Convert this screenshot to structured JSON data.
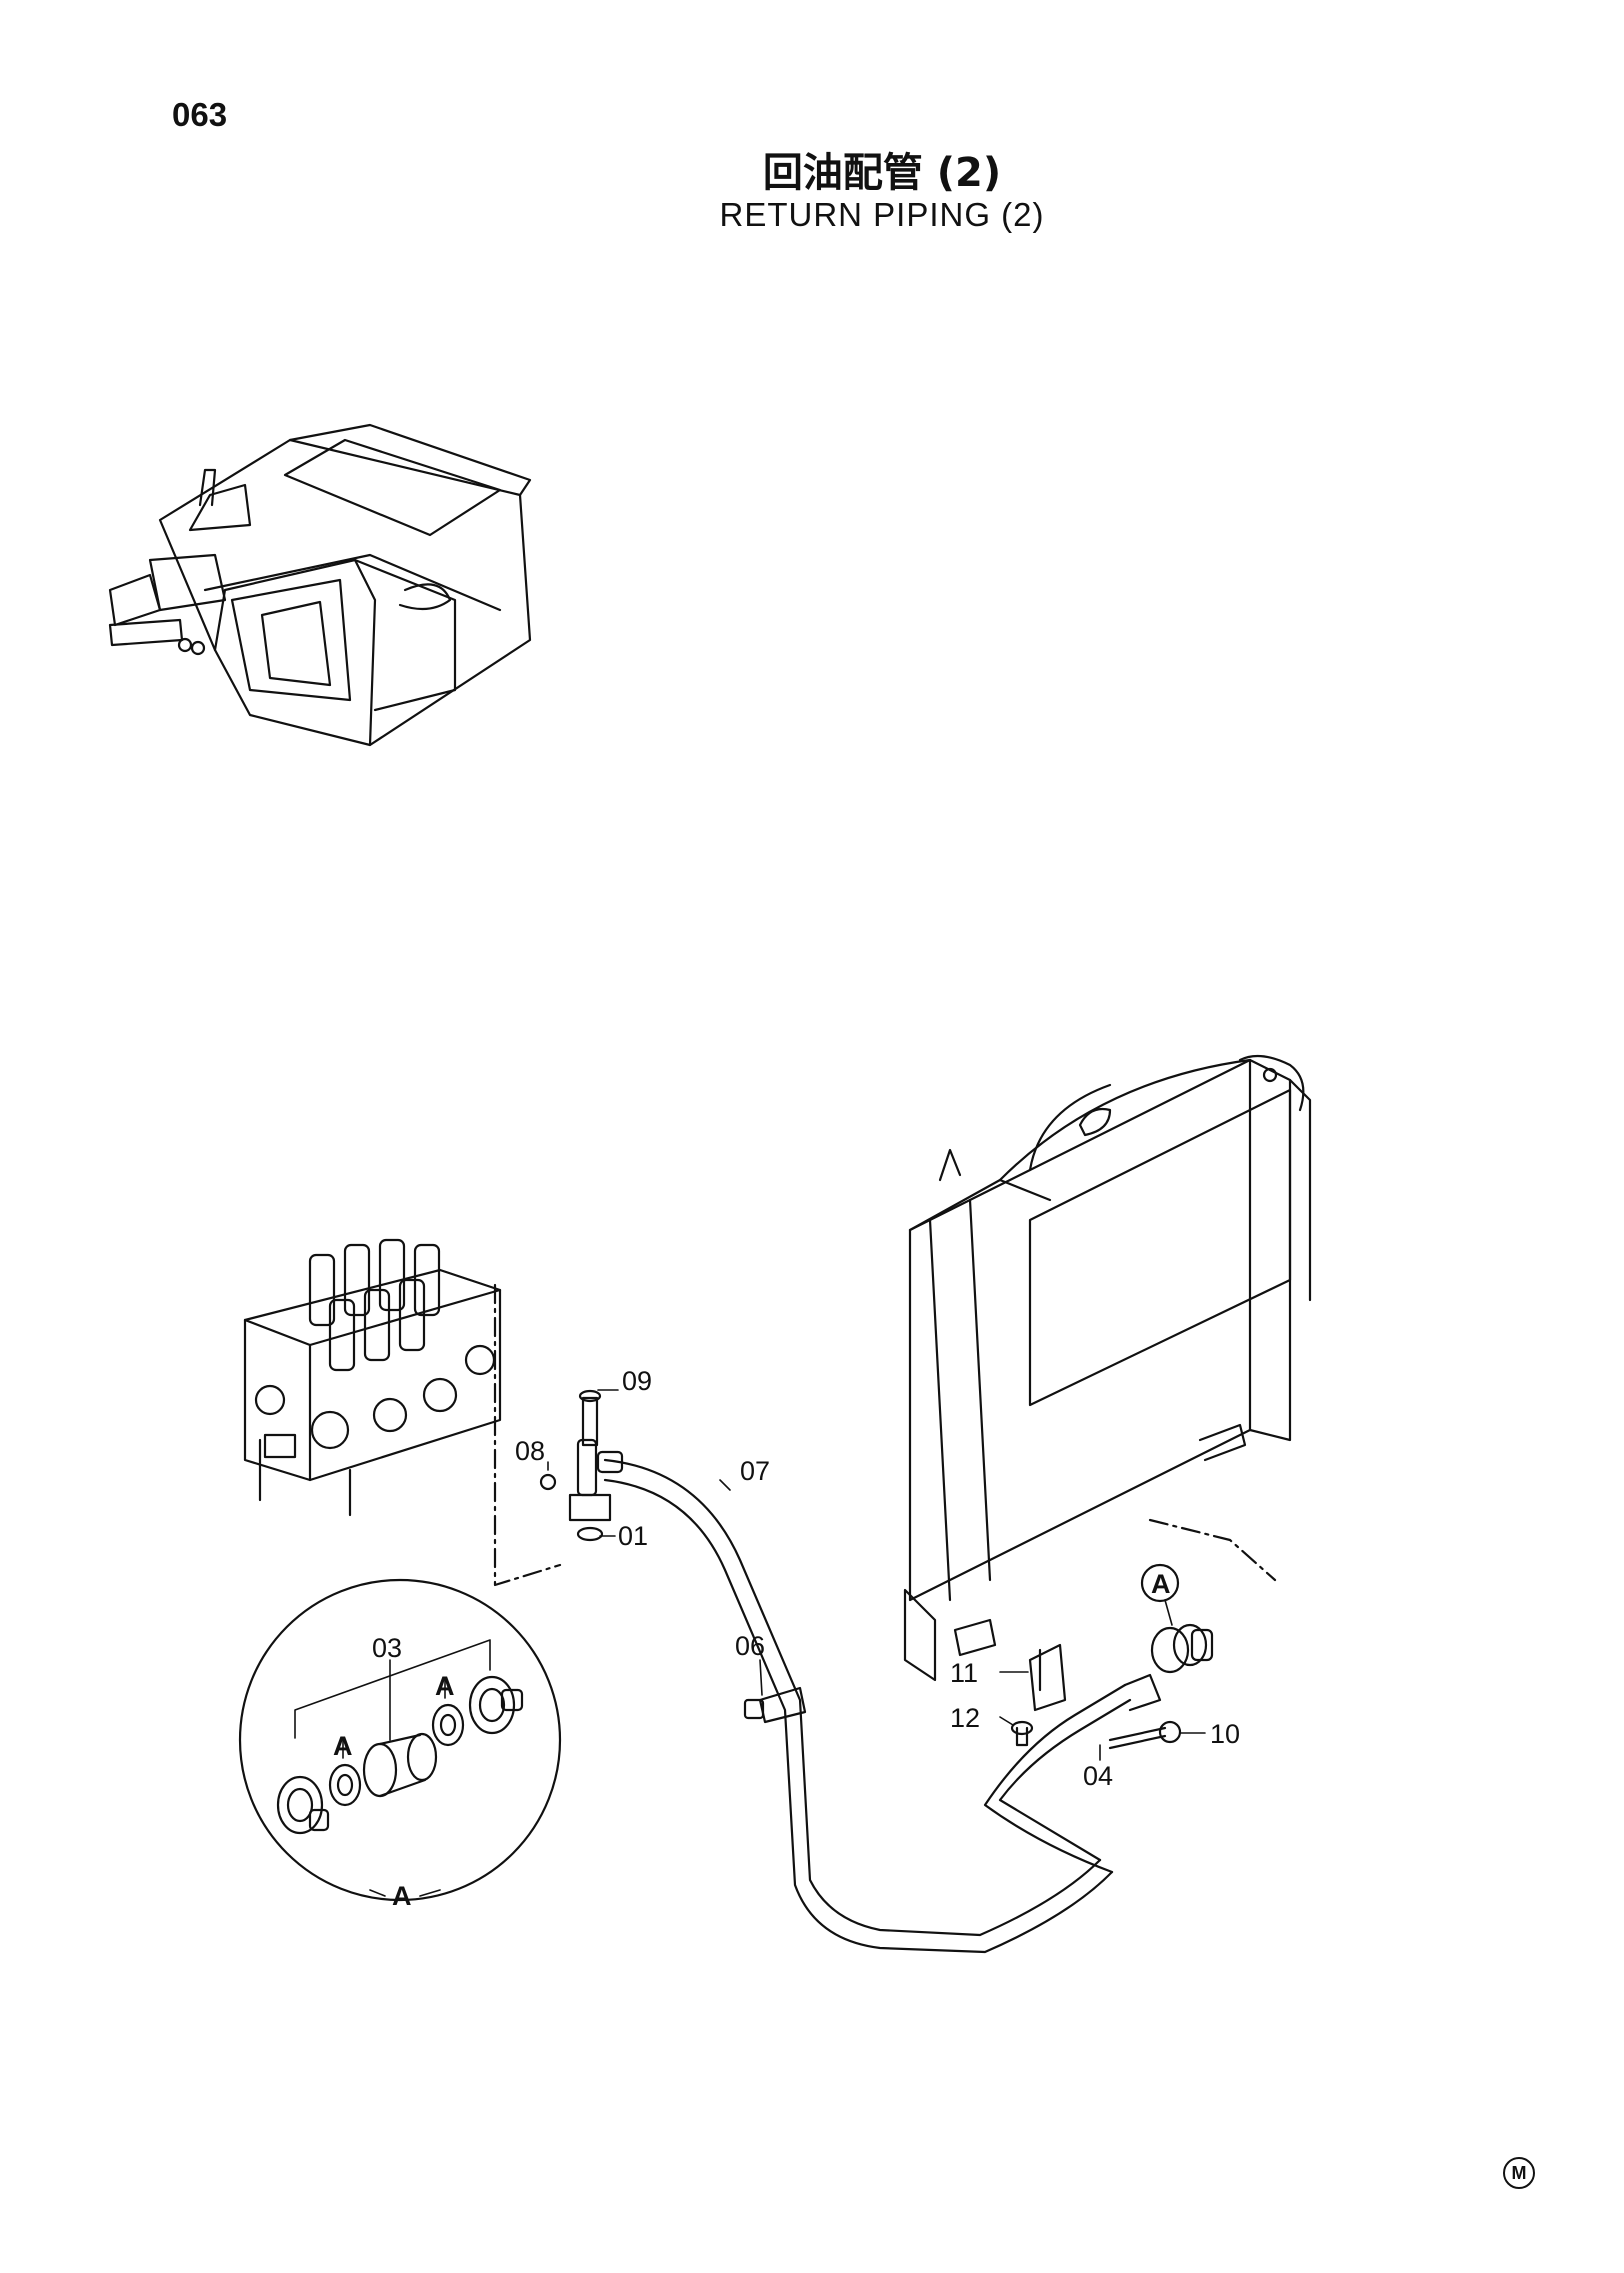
{
  "header": {
    "page_number": "063",
    "title_cn": "回油配管 (2)",
    "title_en": "RETURN PIPING (2)"
  },
  "callouts": {
    "p01": "01",
    "p03": "03",
    "p04": "04",
    "p06": "06",
    "p07": "07",
    "p08": "08",
    "p09": "09",
    "p10": "10",
    "p11": "11",
    "p12": "12",
    "detail_ref": "A",
    "detail_a1": "A",
    "detail_a2": "A",
    "detail_title": "A"
  },
  "corner_mark": "M"
}
